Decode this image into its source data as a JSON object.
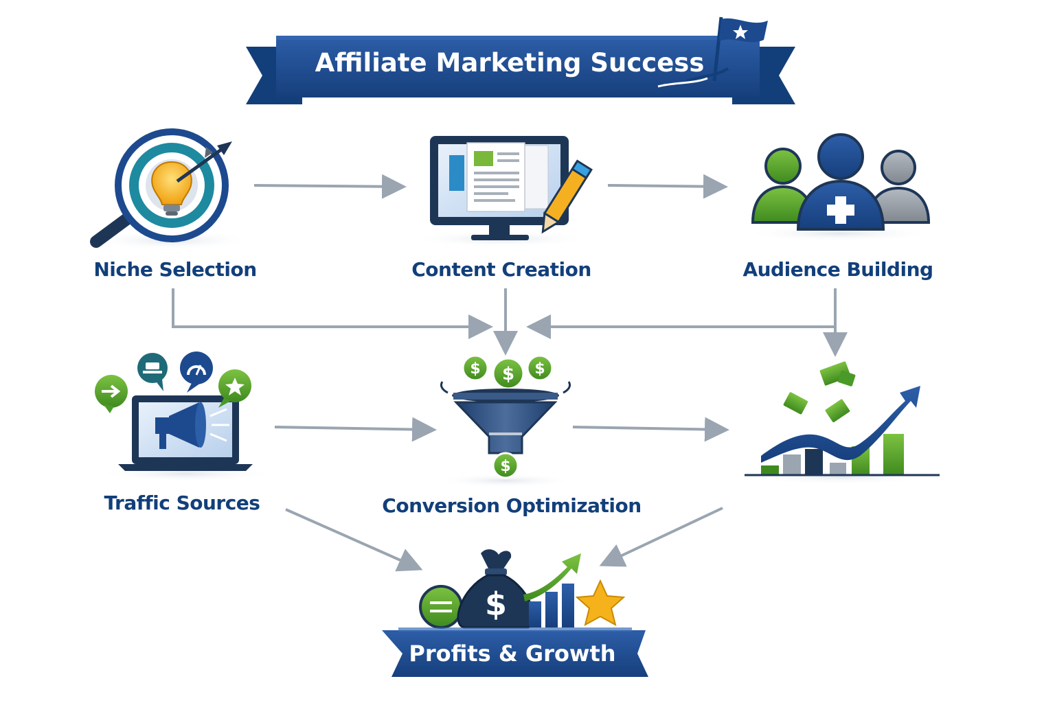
{
  "title": "Affiliate Marketing Success",
  "steps": {
    "niche": {
      "label": "Niche Selection",
      "icon": "target-lightbulb-magnifier-icon"
    },
    "content": {
      "label": "Content Creation",
      "icon": "monitor-document-pencil-icon"
    },
    "audience": {
      "label": "Audience Building",
      "icon": "people-group-icon"
    },
    "traffic": {
      "label": "Traffic Sources",
      "icon": "laptop-megaphone-icon"
    },
    "conversion": {
      "label": "Conversion Optimization",
      "icon": "sales-funnel-icon"
    },
    "growth_chart": {
      "icon": "rising-chart-money-icon"
    }
  },
  "result": {
    "label": "Profits & Growth",
    "icon": "money-bag-chart-star-icon"
  },
  "colors": {
    "navy": "#1d4a8f",
    "dark_navy": "#123f7a",
    "green": "#58a52e",
    "gray_arrow": "#9aa5b1",
    "gold": "#f6b21b"
  }
}
